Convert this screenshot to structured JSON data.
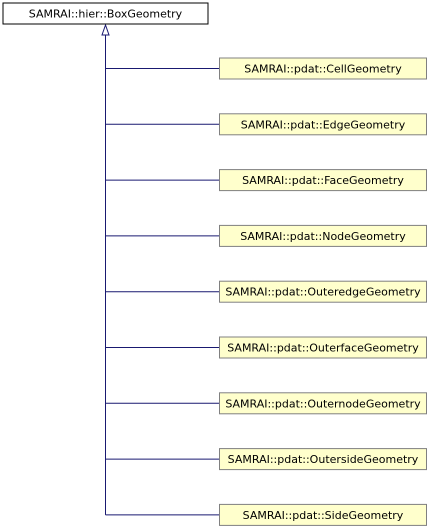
{
  "diagram": {
    "type": "inheritance-graph",
    "base": {
      "label": "SAMRAI::hier::BoxGeometry",
      "fill": "#ffffff",
      "stroke": "#000000"
    },
    "edge_color": "#191970",
    "derived_fill": "#ffffcc",
    "derived_stroke": "#808080",
    "derived": [
      {
        "label": "SAMRAI::pdat::CellGeometry"
      },
      {
        "label": "SAMRAI::pdat::EdgeGeometry"
      },
      {
        "label": "SAMRAI::pdat::FaceGeometry"
      },
      {
        "label": "SAMRAI::pdat::NodeGeometry"
      },
      {
        "label": "SAMRAI::pdat::OuteredgeGeometry"
      },
      {
        "label": "SAMRAI::pdat::OuterfaceGeometry"
      },
      {
        "label": "SAMRAI::pdat::OuternodeGeometry"
      },
      {
        "label": "SAMRAI::pdat::OutersideGeometry"
      },
      {
        "label": "SAMRAI::pdat::SideGeometry"
      }
    ]
  }
}
